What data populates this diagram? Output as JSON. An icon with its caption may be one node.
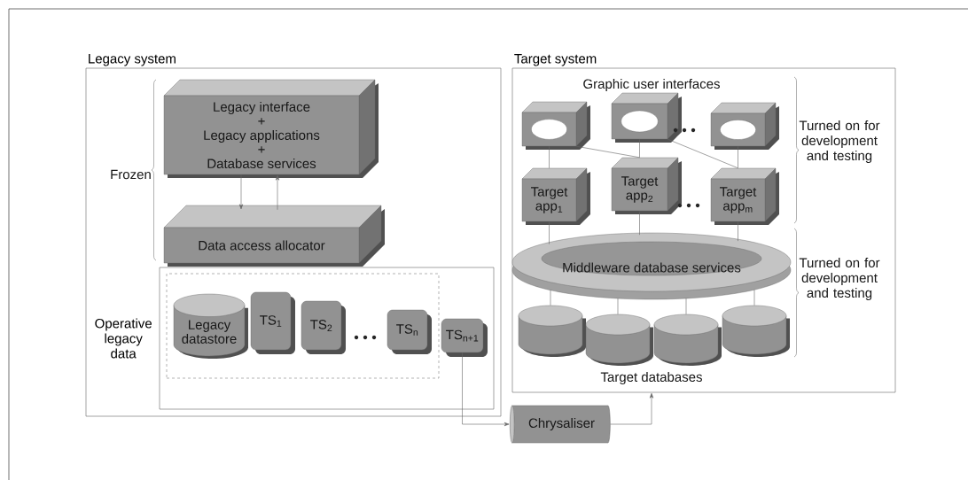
{
  "diagram": {
    "nodes": [
      {
        "text": [
          "Legacy system"
        ]
      },
      {
        "text": [
          "Legacy interface",
          "+",
          "Legacy applications",
          "+",
          "Database services"
        ],
        "in": 0
      },
      {
        "text": [
          "Data access allocator"
        ],
        "in": 0
      },
      {
        "text": [
          "Operative legacy data"
        ],
        "in": 0
      },
      {
        "text": [],
        "shape": "box",
        "in": 3
      },
      {
        "text": [
          "Legacy datastore"
        ],
        "in": 4
      },
      {
        "text": [
          "TS$_{1}$"
        ],
        "in": 4
      },
      {
        "text": [
          "TS$_{2}$"
        ],
        "in": 4
      },
      {
        "text": [
          "TS$_{n}$"
        ],
        "in": 4
      },
      {
        "text": [
          "TS$_{n+1}$"
        ],
        "in": 3
      },
      {
        "text": [
          "Target system"
        ]
      },
      {
        "text": [],
        "shape": "box",
        "in": 10
      },
      {
        "text": [],
        "shape": "box",
        "in": 10
      },
      {
        "text": [],
        "shape": "box",
        "in": 10
      },
      {
        "text": [
          "Target app$_{1}$"
        ],
        "in": 10
      },
      {
        "text": [
          "Target app$_{2}$"
        ],
        "in": 10
      },
      {
        "text": [
          "Target app$_{m}$"
        ],
        "in": 10
      },
      {
        "text": [
          "Middleware database services"
        ],
        "in": 10
      },
      {
        "text": [],
        "shape": "cylinder",
        "in": 10
      },
      {
        "text": [],
        "shape": "cylinder",
        "in": 10
      },
      {
        "text": [],
        "shape": "cylinder",
        "in": 10
      },
      {
        "text": [],
        "shape": "cylinder",
        "in": 10
      },
      {
        "text": [
          "Chrysaliser"
        ]
      }
    ],
    "edges": [
      {
        "from": 1,
        "to": 2,
        "arrow": "to"
      },
      {
        "from": 2,
        "to": 1,
        "arrow": "to"
      },
      {
        "from": 11,
        "to": 14,
        "arrow": "none"
      },
      {
        "from": 11,
        "to": 15,
        "arrow": "none"
      },
      {
        "from": 12,
        "to": 15,
        "arrow": "none"
      },
      {
        "from": 12,
        "to": 16,
        "arrow": "none"
      },
      {
        "from": 13,
        "to": 16,
        "arrow": "none"
      },
      {
        "from": 14,
        "to": 17,
        "arrow": "none"
      },
      {
        "from": 15,
        "to": 17,
        "arrow": "none"
      },
      {
        "from": 16,
        "to": 17,
        "arrow": "none"
      },
      {
        "from": 17,
        "to": 18,
        "arrow": "none"
      },
      {
        "from": 17,
        "to": 19,
        "arrow": "none"
      },
      {
        "from": 17,
        "to": 20,
        "arrow": "none"
      },
      {
        "from": 17,
        "to": 21,
        "arrow": "none"
      },
      {
        "from": 9,
        "to": 22,
        "arrow": "to"
      },
      {
        "from": 22,
        "to": 10,
        "arrow": "to"
      }
    ],
    "labels": [
      "Frozen",
      "Graphic user interfaces",
      "Turned on for development and testing",
      "Turned on for development and testing",
      "Target databases"
    ]
  }
}
